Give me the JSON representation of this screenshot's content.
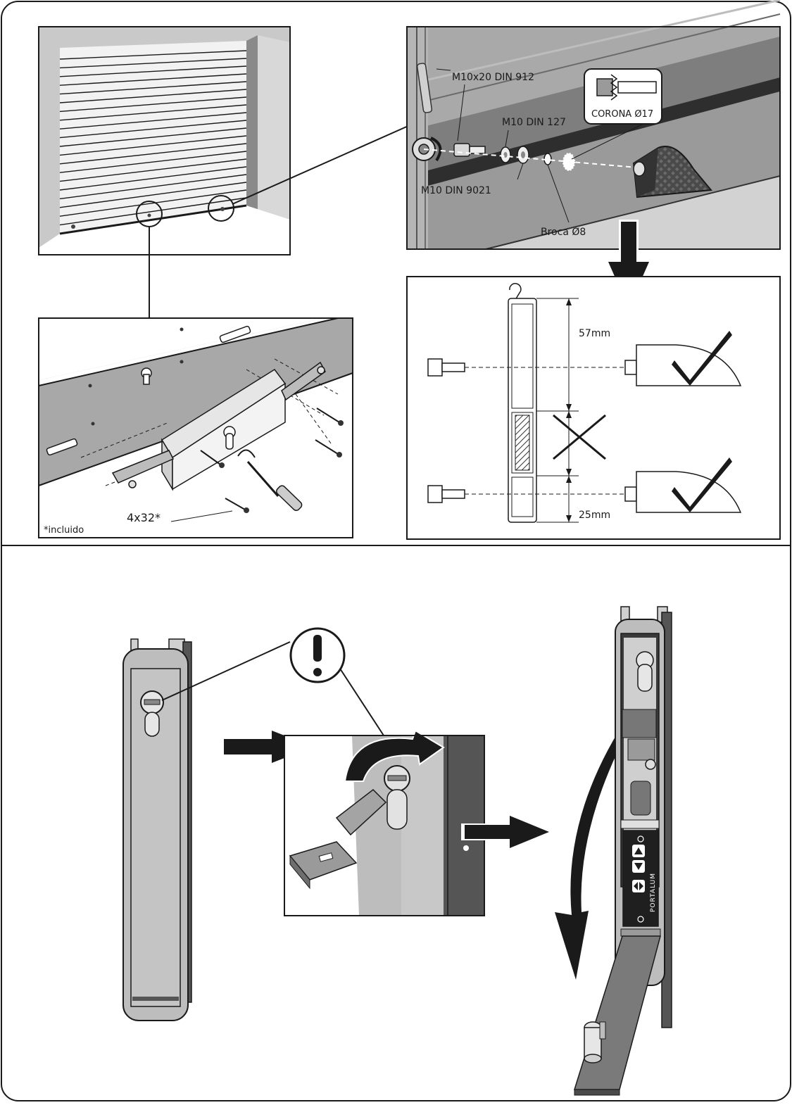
{
  "fixings": {
    "screw": "M10x20 DIN 912",
    "washer_127": "M10 DIN 127",
    "washer_9021": "M10 DIN 9021",
    "drill": "Broca Ø8",
    "crown": "CORONA Ø17"
  },
  "lock": {
    "screw_spec": "4x32*",
    "note": "*incluido"
  },
  "profile": {
    "top_dim": "57mm",
    "bottom_dim": "25mm"
  },
  "keypad": {
    "brand": "PORTALUM"
  },
  "colors": {
    "frame": "#1a1a1a",
    "wall": "#c9c9c9",
    "metal": "#9c9c9c",
    "dark": "#555555"
  }
}
